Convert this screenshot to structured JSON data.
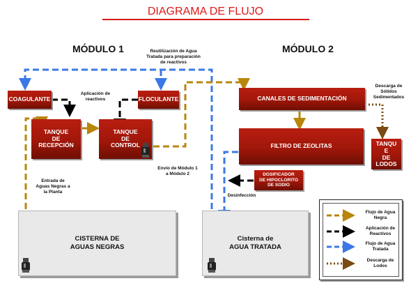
{
  "title": "DIAGRAMA DE FLUJO",
  "modules": {
    "m1": "MÓDULO 1",
    "m2": "MÓDULO 2"
  },
  "boxes": {
    "coagulante": "COAGULANTE",
    "floculante": "FLOCULANTE",
    "tanque_recepcion": "TANQUE\nDE\nRECEPCIÓN",
    "tanque_control": "TANQUE\nDE\nCONTROL",
    "canales": "CANALES DE SEDIMENTACIÓN",
    "filtro": "FILTRO DE ZEOLITAS",
    "dosificador": "DOSIFICADOR\nDE HIPOCLORITO\nDE SODIO",
    "tanque_lodos": "TANQU\nE\nDE\nLODOS"
  },
  "cisterns": {
    "negras": "CISTERNA DE\nAGUAS NEGRAS",
    "tratada": "Cisterna de\nAGUA TRATADA"
  },
  "labels": {
    "reutilizacion": "Reutilización de Agua\nTratada para preparación\nde reactivos",
    "aplicacion": "Aplicación de\nreactivos",
    "envio": "Envío de Módulo 1\na Módulo 2",
    "entrada": "Entrada de\nAguas Negras a\nla Planta",
    "desinfeccion": "Desinfección",
    "descarga": "Descarga de\nSólidos\nSedimentados"
  },
  "legend": [
    {
      "text": "Flujo de Agua\nNegra",
      "color": "#b8860b",
      "style": "dash",
      "icon": "brown-dashed-arrow-icon"
    },
    {
      "text": "Aplicación de\nReactivos",
      "color": "#000000",
      "style": "dash",
      "icon": "black-dashed-arrow-icon"
    },
    {
      "text": "Flujo de Agua\nTratada",
      "color": "#3b78e7",
      "style": "dash",
      "icon": "blue-dashed-arrow-icon"
    },
    {
      "text": "Descarga de\nLodos",
      "color": "#7a4a12",
      "style": "dot",
      "icon": "brown-dotted-arrow-icon"
    }
  ],
  "colors": {
    "black_water": "#b8860b",
    "reagents": "#000000",
    "treated_water": "#3b78e7",
    "sludge": "#7a4a12",
    "title": "#e01818",
    "box_red": "#a0170a"
  }
}
